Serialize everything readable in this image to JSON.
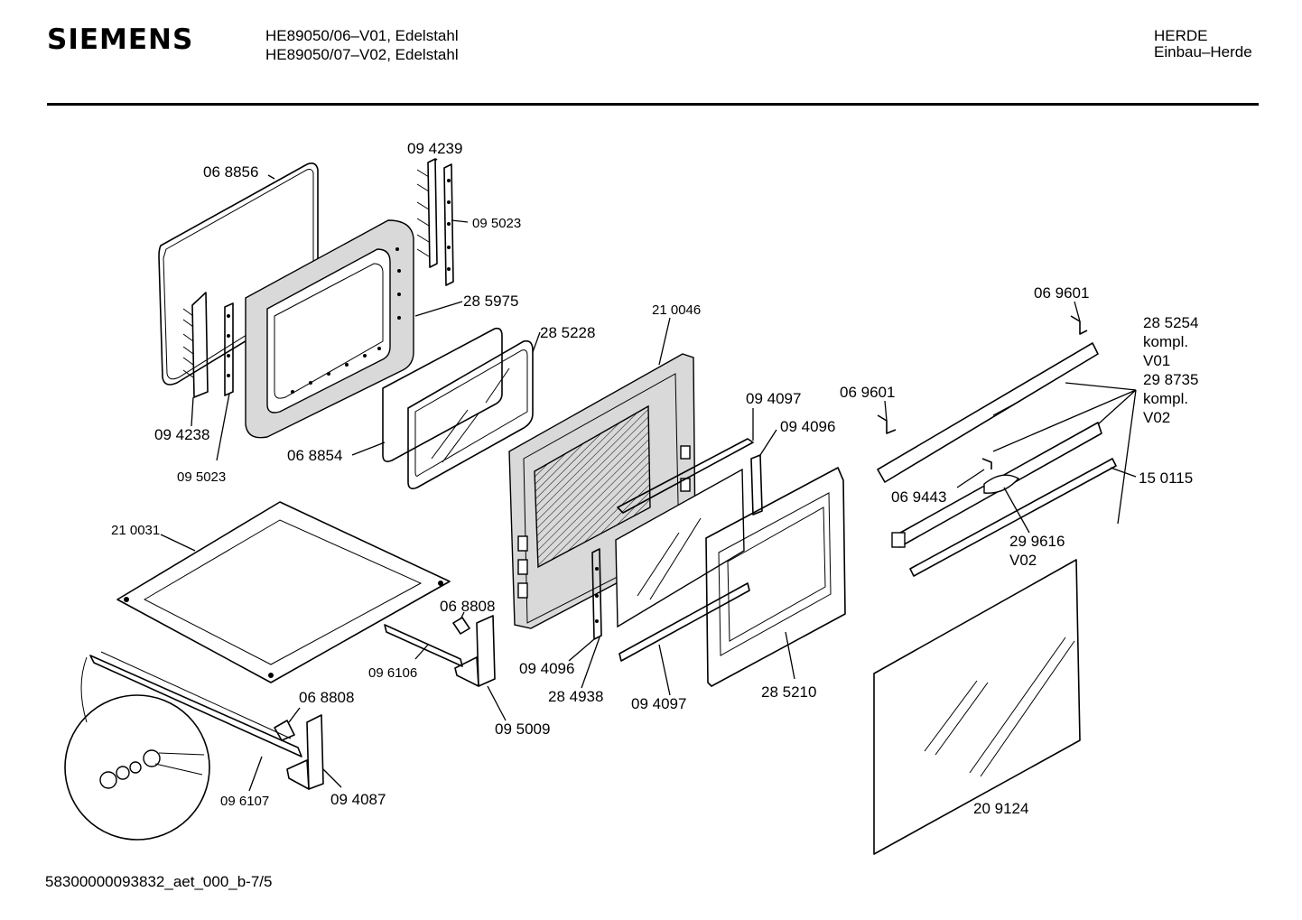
{
  "header": {
    "brand": "SIEMENS",
    "model_line_1": "HE89050/06–V01, Edelstahl",
    "model_line_2": "HE89050/07–V02, Edelstahl",
    "category_line_1": "HERDE",
    "category_line_2": "Einbau–Herde"
  },
  "footer": {
    "document_id": "58300000093832_aet_000_b-7/5"
  },
  "parts": [
    {
      "id": "p01",
      "label": "06 8856"
    },
    {
      "id": "p02",
      "label": "09 4239"
    },
    {
      "id": "p03",
      "label": "09 5023"
    },
    {
      "id": "p04",
      "label": "28 5975"
    },
    {
      "id": "p05",
      "label": "28 5228"
    },
    {
      "id": "p06",
      "label": "21 0046"
    },
    {
      "id": "p07",
      "label": "06 9601"
    },
    {
      "id": "p08",
      "label": "28 5254"
    },
    {
      "id": "p09",
      "label": "kompl."
    },
    {
      "id": "p10",
      "label": "V01"
    },
    {
      "id": "p11",
      "label": "29 8735"
    },
    {
      "id": "p12",
      "label": "kompl."
    },
    {
      "id": "p13",
      "label": "V02"
    },
    {
      "id": "p14",
      "label": "09 4097"
    },
    {
      "id": "p15",
      "label": "06 9601"
    },
    {
      "id": "p16",
      "label": "09 4096"
    },
    {
      "id": "p17",
      "label": "09 4238"
    },
    {
      "id": "p18",
      "label": "06 8854"
    },
    {
      "id": "p19",
      "label": "09 5023"
    },
    {
      "id": "p20",
      "label": "06 9443"
    },
    {
      "id": "p21",
      "label": "15 0115"
    },
    {
      "id": "p22",
      "label": "21 0031"
    },
    {
      "id": "p23",
      "label": "29 9616"
    },
    {
      "id": "p24",
      "label": "V02"
    },
    {
      "id": "p25",
      "label": "06 8808"
    },
    {
      "id": "p26",
      "label": "09 6106"
    },
    {
      "id": "p27",
      "label": "09 4096"
    },
    {
      "id": "p28",
      "label": "28 4938"
    },
    {
      "id": "p29",
      "label": "09 4097"
    },
    {
      "id": "p30",
      "label": "28 5210"
    },
    {
      "id": "p31",
      "label": "06 8808"
    },
    {
      "id": "p32",
      "label": "09 5009"
    },
    {
      "id": "p33",
      "label": "09 6107"
    },
    {
      "id": "p34",
      "label": "09 4087"
    },
    {
      "id": "p35",
      "label": "20 9124"
    }
  ]
}
